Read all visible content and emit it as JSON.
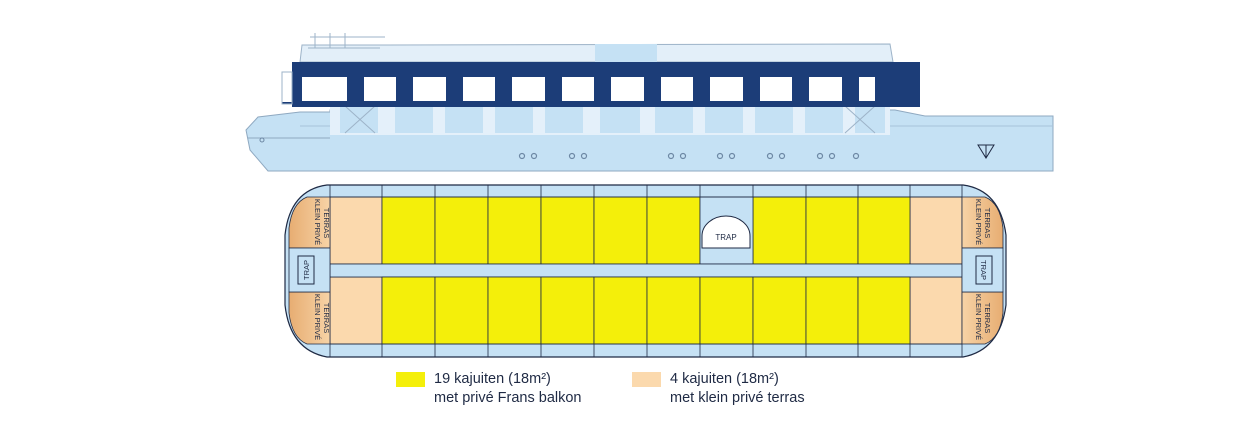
{
  "labels": {
    "center_stair": "TRAP",
    "left_stair": "TRAP",
    "right_stair": "TRAP",
    "terrace_left_top": [
      "KLEIN PRIVÉ",
      "TERRAS"
    ],
    "terrace_left_bottom": [
      "KLEIN PRIVÉ",
      "TERRAS"
    ],
    "terrace_right_top": [
      "KLEIN PRIVÉ",
      "TERRAS"
    ],
    "terrace_right_bottom": [
      "KLEIN PRIVÉ",
      "TERRAS"
    ]
  },
  "legend": [
    {
      "line1": "19 kajuiten (18m²)",
      "line2": "met privé Frans balkon",
      "color": "#f4ef0a"
    },
    {
      "line1": "4 kajuiten (18m²)",
      "line2": "met klein privé terras",
      "color": "#fbd9ad"
    }
  ],
  "colors": {
    "hull": "#c5e1f4",
    "navy": "#1c3d78",
    "outline": "#1f2a44",
    "balcony_cabin": "#f4ef0a",
    "terrace_cabin": "#fbd9ad",
    "terrace": "#f2c592"
  },
  "counts": {
    "balcony_cabins": 19,
    "terrace_cabins": 4
  }
}
